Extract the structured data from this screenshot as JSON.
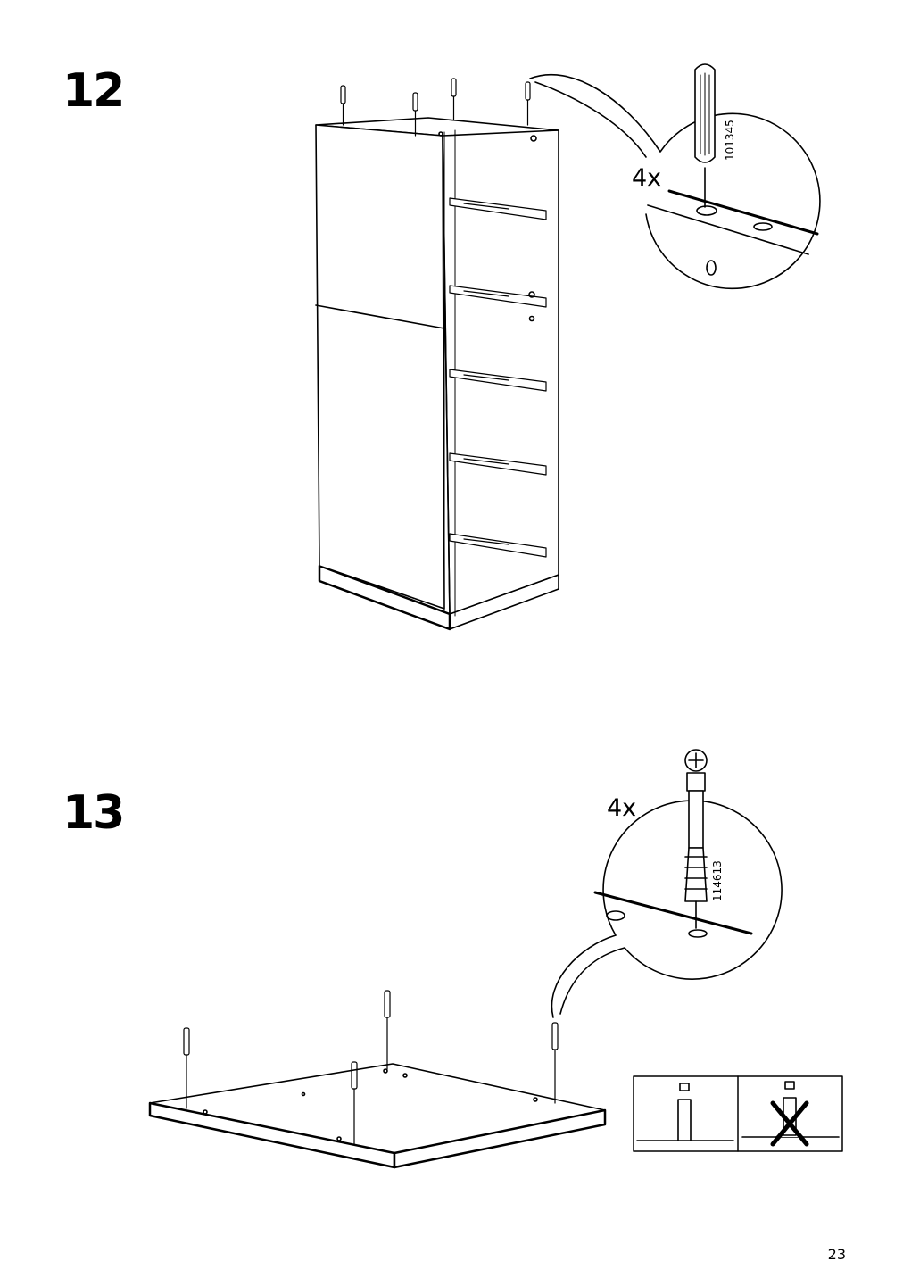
{
  "steps": [
    {
      "number": "12",
      "quantity": "4x",
      "part_number": "101345"
    },
    {
      "number": "13",
      "quantity": "4x",
      "part_number": "114613"
    }
  ],
  "page_number": "23"
}
